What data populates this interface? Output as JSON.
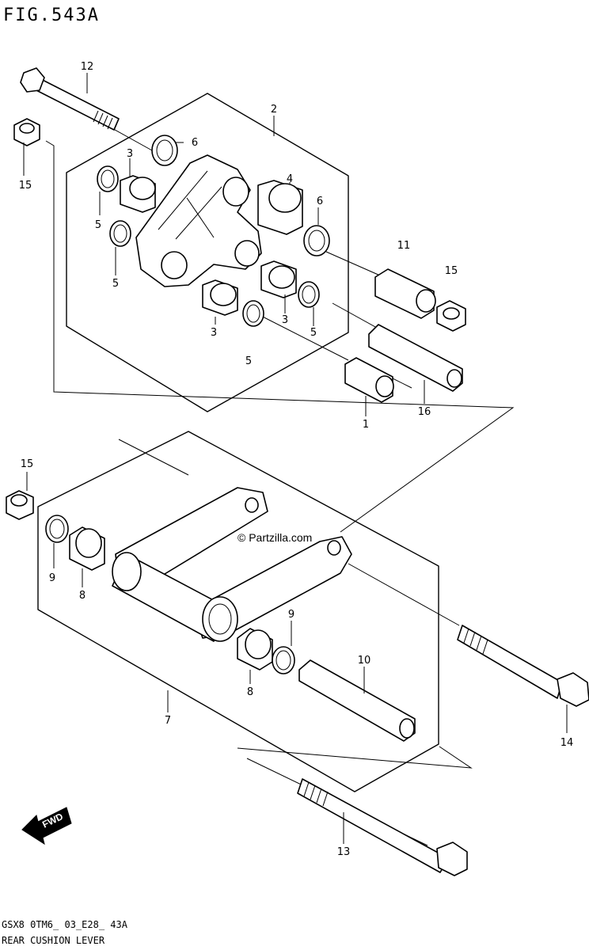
{
  "figure": {
    "title": "FIG.543A",
    "model_code": "GSX8 0TM6_ 03_E28_ 43A",
    "caption": "REAR CUSHION LEVER"
  },
  "watermark": "© Partzilla.com",
  "fwd_label": "FWD",
  "callouts": {
    "c1": "1",
    "c2": "2",
    "c3a": "3",
    "c3b": "3",
    "c3c": "3",
    "c4": "4",
    "c5a": "5",
    "c5b": "5",
    "c5c": "5",
    "c5d": "5",
    "c6a": "6",
    "c6b": "6",
    "c7": "7",
    "c8a": "8",
    "c8b": "8",
    "c9a": "9",
    "c9b": "9",
    "c10": "10",
    "c11": "11",
    "c12": "12",
    "c13": "13",
    "c14": "14",
    "c15a": "15",
    "c15b": "15",
    "c15c": "15",
    "c16": "16"
  }
}
